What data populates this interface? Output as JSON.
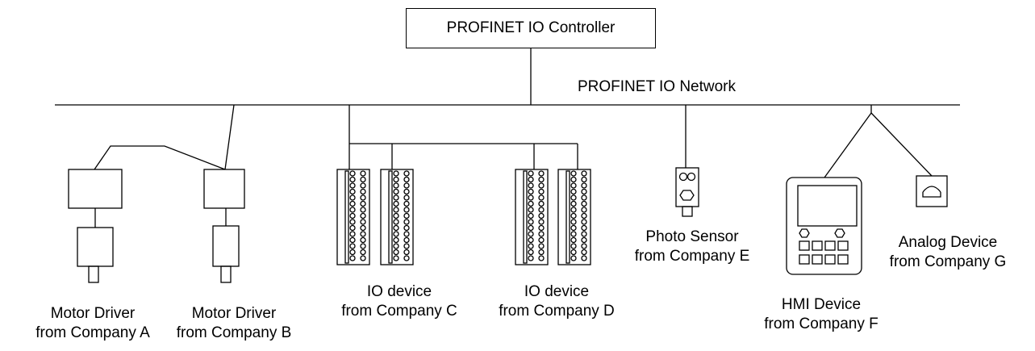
{
  "controller": {
    "label": "PROFINET IO Controller"
  },
  "network": {
    "label": "PROFINET IO Network"
  },
  "devices": [
    {
      "line1": "Motor Driver",
      "line2": "from Company A"
    },
    {
      "line1": "Motor Driver",
      "line2": "from Company B"
    },
    {
      "line1": "IO device",
      "line2": "from Company C"
    },
    {
      "line1": "IO device",
      "line2": "from Company D"
    },
    {
      "line1": "Photo Sensor",
      "line2": "from Company E"
    },
    {
      "line1": "HMI Device",
      "line2": "from Company F"
    },
    {
      "line1": "Analog Device",
      "line2": "from Company G"
    }
  ]
}
